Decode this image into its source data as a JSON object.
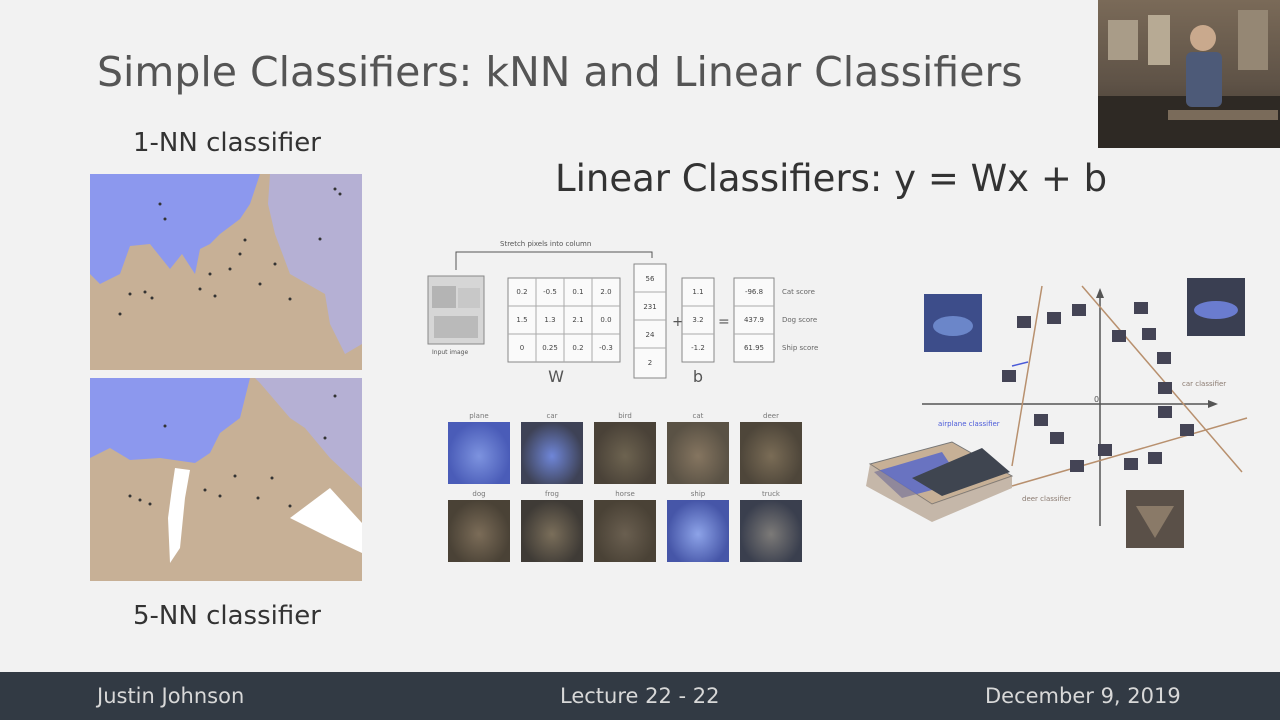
{
  "slide": {
    "title": "Simple Classifiers: kNN and Linear Classifiers",
    "knn": {
      "top_label": "1-NN classifier",
      "bottom_label": "5-NN classifier"
    },
    "linear": {
      "heading": "Linear Classifiers: y = Wx + b",
      "stretch_label": "Stretch pixels into column",
      "input_label": "Input image",
      "W_label": "W",
      "b_label": "b",
      "W_matrix": [
        [
          "0.2",
          "-0.5",
          "0.1",
          "2.0"
        ],
        [
          "1.5",
          "1.3",
          "2.1",
          "0.0"
        ],
        [
          "0",
          "0.25",
          "0.2",
          "-0.3"
        ]
      ],
      "x_vector": [
        "56",
        "231",
        "24",
        "2"
      ],
      "b_vector": [
        "1.1",
        "3.2",
        "-1.2"
      ],
      "scores": [
        "-96.8",
        "437.9",
        "61.95"
      ],
      "score_labels": [
        "Cat score",
        "Dog score",
        "Ship score"
      ],
      "templates": [
        "plane",
        "car",
        "bird",
        "cat",
        "deer",
        "dog",
        "frog",
        "horse",
        "ship",
        "truck"
      ],
      "classifier_labels": [
        "car classifier",
        "airplane classifier",
        "deer classifier"
      ]
    }
  },
  "footer": {
    "author": "Justin Johnson",
    "lecture": "Lecture 22 - 22",
    "date": "December 9, 2019"
  },
  "colors": {
    "background": "#f2f2f2",
    "footer": "#323a44",
    "region_blue": "#8c98ee",
    "region_tan": "#c7b096",
    "region_lavender": "#b5b0d4"
  },
  "icons": [
    "webcam-video-feed"
  ]
}
